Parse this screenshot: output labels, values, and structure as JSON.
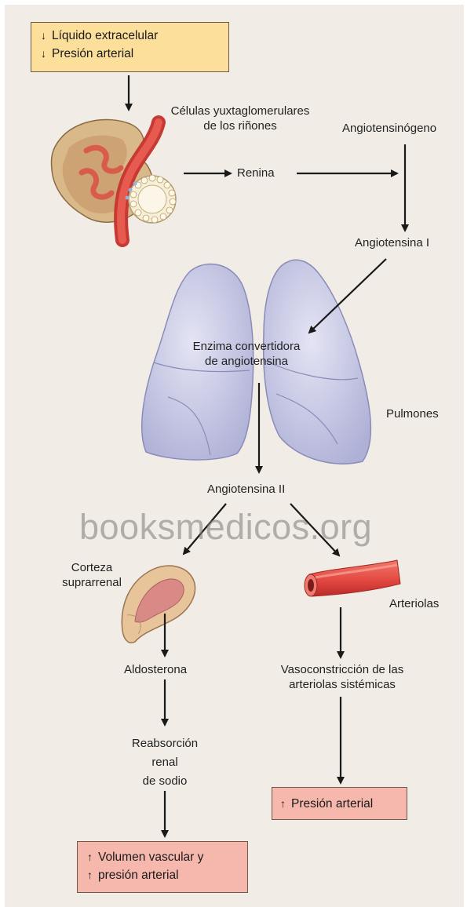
{
  "trigger": {
    "line1": "Líquido extracelular",
    "line2": "Presión arterial",
    "arrow": "down"
  },
  "kidney": {
    "label_line1": "Células yuxtaglomerulares",
    "label_line2": "de los riñones"
  },
  "renin": "Renina",
  "angiotensinogen": "Angiotensinógeno",
  "angiotensin1": "Angiotensina I",
  "ace": {
    "line1": "Enzima convertidora",
    "line2": "de angiotensina"
  },
  "lungs": "Pulmones",
  "angiotensin2": "Angiotensina II",
  "watermark": "booksmedicos.org",
  "adrenal": {
    "line1": "Corteza",
    "line2": "suprarrenal"
  },
  "arterioles": "Arteriolas",
  "aldosterone": "Aldosterona",
  "vasoconstriction": {
    "line1": "Vasoconstricción de las",
    "line2": "arteriolas sistémicas"
  },
  "reabsorption": {
    "line1": "Reabsorción",
    "line2": "renal",
    "line3": "de sodio"
  },
  "result_right": {
    "text": "Presión arterial",
    "arrow": "up"
  },
  "result_left": {
    "line1": "Volumen vascular y",
    "line2": "presión arterial",
    "arrow": "up"
  },
  "colors": {
    "background": "#f1ede6",
    "box_yellow": "#fbdf9a",
    "box_pink": "#f6b7ad",
    "lung": "#c9c9e6",
    "artery_red": "#e0453e",
    "arrow": "#1a1a1a"
  }
}
